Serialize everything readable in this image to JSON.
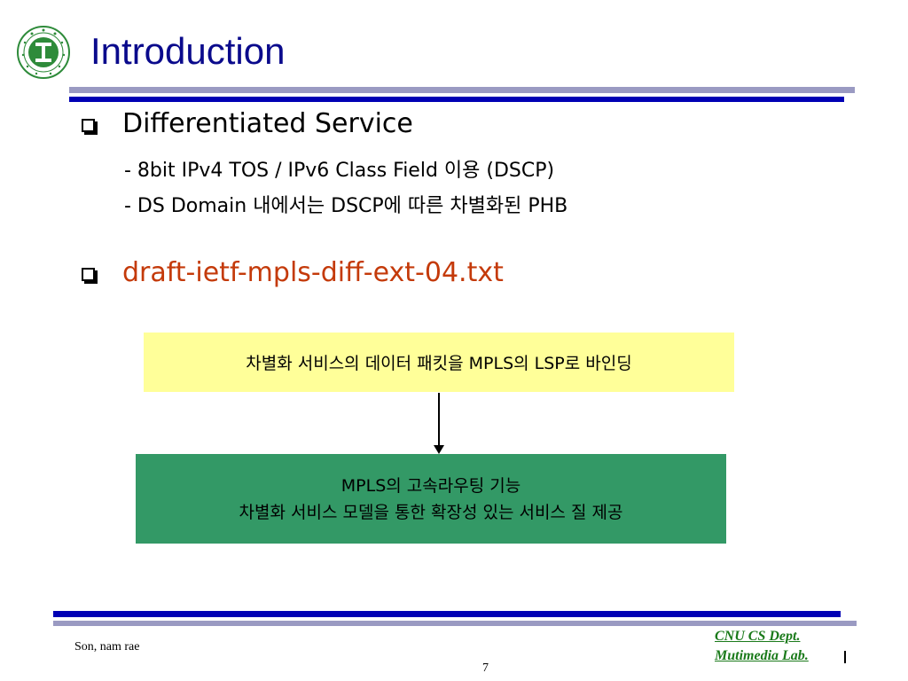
{
  "slide": {
    "title": "Introduction",
    "bullets": [
      {
        "heading": "Differentiated Service",
        "subitems": [
          "- 8bit IPv4 TOS / IPv6 Class Field 이용 (DSCP)",
          "-   DS Domain 내에서는 DSCP에 따른 차별화된 PHB"
        ]
      },
      {
        "heading": "draft-ietf-mpls-diff-ext-04.txt"
      }
    ],
    "diagram": {
      "top_box": "차별화 서비스의 데이터 패킷을 MPLS의 LSP로 바인딩",
      "bottom_box": [
        "MPLS의 고속라우팅 기능",
        "차별화 서비스 모델을 통한 확장성 있는 서비스 질 제공"
      ]
    },
    "footer": {
      "author": "Son, nam rae",
      "page_number": "7",
      "dept_line1": "CNU CS Dept.",
      "dept_line2": "Mutimedia Lab."
    },
    "colors": {
      "title": "#0a0a8c",
      "accent_bar": "#0000b4",
      "secondary_bar": "#9a9ac2",
      "draft_heading": "#c43a0a",
      "top_box_fill": "#ffff99",
      "bottom_box_fill": "#339966",
      "dept_text": "#1a7a1a"
    },
    "logo_icon": "university-seal-icon"
  }
}
